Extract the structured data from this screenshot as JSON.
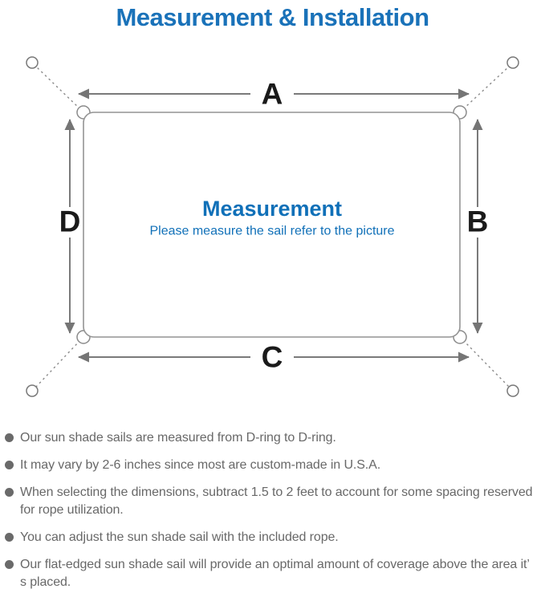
{
  "title": "Measurement & Installation",
  "diagram": {
    "labels": {
      "a": "A",
      "b": "B",
      "c": "C",
      "d": "D"
    },
    "center_title": "Measurement",
    "center_subtitle": "Please measure the sail refer to the picture"
  },
  "colors": {
    "title_blue": "#1a72b9",
    "diagram_text_blue": "#1070b8",
    "outline_gray": "#949494",
    "arrow_gray": "#7a7a7a",
    "label_black": "#1a1a1a",
    "note_text_gray": "#686868"
  },
  "notes": [
    "Our sun shade sails are measured from D-ring to D-ring.",
    "It may vary by 2-6 inches since most are custom-made in U.S.A.",
    "When selecting the dimensions, subtract 1.5 to 2 feet to account for some spacing reserved for rope utilization.",
    "You can adjust the sun shade sail with the included rope.",
    "Our flat-edged sun shade sail will provide an optimal amount of coverage above the area it’ s placed."
  ]
}
